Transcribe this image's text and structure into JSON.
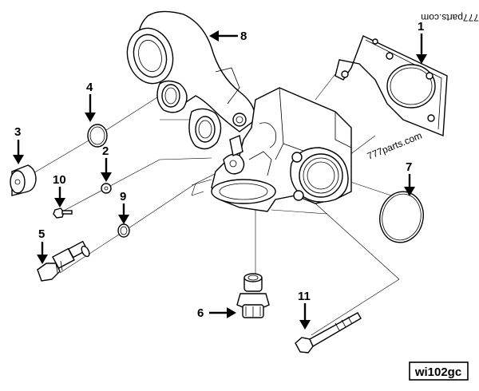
{
  "callouts": [
    {
      "id": "1",
      "label": "1",
      "part": "gasket"
    },
    {
      "id": "2",
      "label": "2",
      "part": "washer"
    },
    {
      "id": "3",
      "label": "3",
      "part": "plug"
    },
    {
      "id": "4",
      "label": "4",
      "part": "o-ring"
    },
    {
      "id": "5",
      "label": "5",
      "part": "sensor"
    },
    {
      "id": "6",
      "label": "6",
      "part": "drain-plug"
    },
    {
      "id": "7",
      "label": "7",
      "part": "o-ring-large"
    },
    {
      "id": "8",
      "label": "8",
      "part": "outlet-elbow"
    },
    {
      "id": "9",
      "label": "9",
      "part": "sealing-washer"
    },
    {
      "id": "10",
      "label": "10",
      "part": "small-bolt"
    },
    {
      "id": "11",
      "label": "11",
      "part": "flange-bolt"
    }
  ],
  "watermarks": {
    "center": "777parts.com",
    "corner": "ɯoɔ"
  },
  "reference_code": "wi102gc"
}
